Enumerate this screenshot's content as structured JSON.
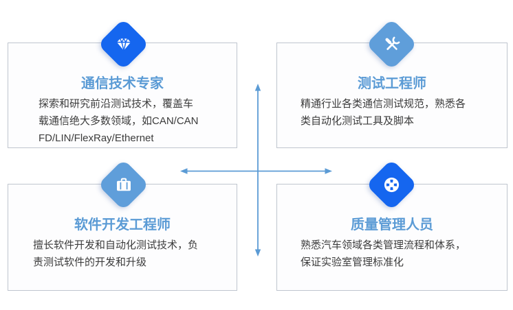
{
  "colors": {
    "accent_blue": "#1566EF",
    "light_blue": "#5F9EDA",
    "title_text": "#5B9BD5",
    "body_text": "#3C3C3C",
    "card_border": "#BFC5CE",
    "arrow": "#5B9BD5"
  },
  "cards": [
    {
      "title": "通信技术专家",
      "body": "探索和研究前沿测试技术，覆盖车\n载通信绝大多数领域，如CAN/CAN\nFD/LIN/FlexRay/Ethernet",
      "icon": "gem-icon",
      "icon_color": "#1566EF"
    },
    {
      "title": "测试工程师",
      "body": "精通行业各类通信测试规范，熟悉各\n类自动化测试工具及脚本",
      "icon": "tools-icon",
      "icon_color": "#5F9EDA"
    },
    {
      "title": "软件开发工程师",
      "body": "擅长软件开发和自动化测试技术，负\n责测试软件的开发和升级",
      "icon": "briefcase-icon",
      "icon_color": "#5F9EDA"
    },
    {
      "title": "质量管理人员",
      "body": "熟悉汽车领域各类管理流程和体系，\n保证实验室管理标准化",
      "icon": "wheel-icon",
      "icon_color": "#1566EF"
    }
  ]
}
